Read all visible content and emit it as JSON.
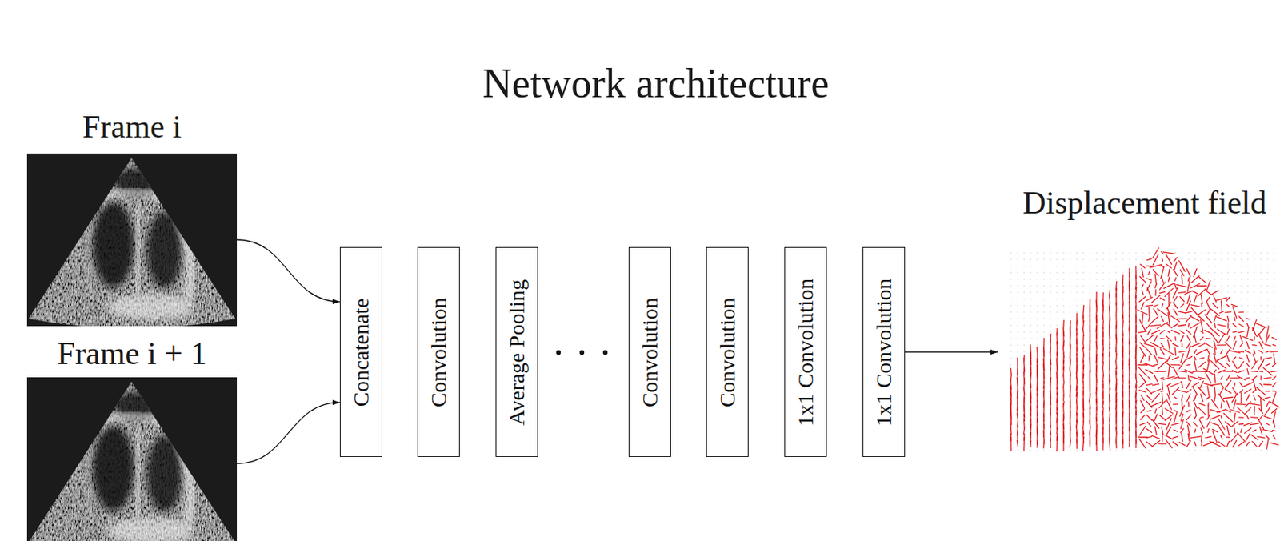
{
  "diagram": {
    "title": "Network architecture",
    "nodes": [
      {
        "text": [
          "Frame i"
        ]
      },
      {
        "text": [
          "Frame i + 1"
        ]
      },
      {
        "text": [
          "Concatenate"
        ]
      },
      {
        "text": [
          "Convolution"
        ]
      },
      {
        "text": [
          "Average Pooling"
        ]
      },
      {
        "text": [
          "Convolution"
        ]
      },
      {
        "text": [
          "Convolution"
        ]
      },
      {
        "text": [
          "1x1 Convolution"
        ]
      },
      {
        "text": [
          "1x1 Convolution"
        ]
      },
      {
        "text": [
          "Displacement field"
        ]
      }
    ],
    "edges": [
      {
        "from": 0,
        "to": 2,
        "arrow": "to"
      },
      {
        "from": 1,
        "to": 2,
        "arrow": "to"
      },
      {
        "from": 8,
        "to": 9,
        "arrow": "to"
      }
    ]
  }
}
